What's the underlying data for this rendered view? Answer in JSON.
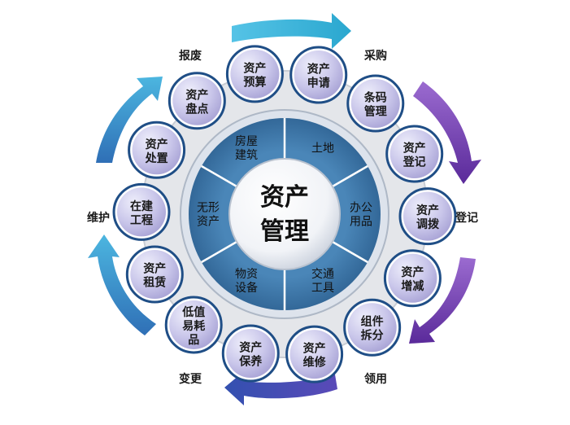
{
  "cycle": {
    "top_left": "报废",
    "top_right": "采购",
    "left": "维护",
    "right": "登记",
    "bottom_left": "变更",
    "bottom_right": "领用"
  },
  "center": {
    "line1": "资产",
    "line2": "管理"
  },
  "inner_segments": [
    {
      "lines": [
        "土地"
      ]
    },
    {
      "lines": [
        "办公",
        "用品"
      ]
    },
    {
      "lines": [
        "交通",
        "工具"
      ]
    },
    {
      "lines": [
        "物资",
        "设备"
      ]
    },
    {
      "lines": [
        "无形",
        "资产"
      ]
    },
    {
      "lines": [
        "房屋",
        "建筑"
      ]
    }
  ],
  "bubbles": [
    {
      "lines": [
        "资产",
        "预算"
      ]
    },
    {
      "lines": [
        "资产",
        "申请"
      ]
    },
    {
      "lines": [
        "条码",
        "管理"
      ]
    },
    {
      "lines": [
        "资产",
        "登记"
      ]
    },
    {
      "lines": [
        "资产",
        "调拨"
      ]
    },
    {
      "lines": [
        "资产",
        "增减"
      ]
    },
    {
      "lines": [
        "组件",
        "拆分"
      ]
    },
    {
      "lines": [
        "资产",
        "维修"
      ]
    },
    {
      "lines": [
        "资产",
        "保养"
      ]
    },
    {
      "lines": [
        "低值",
        "易耗",
        "品"
      ]
    },
    {
      "lines": [
        "资产",
        "租赁"
      ]
    },
    {
      "lines": [
        "在建",
        "工程"
      ]
    },
    {
      "lines": [
        "资产",
        "处置"
      ]
    },
    {
      "lines": [
        "资产",
        "盘点"
      ]
    }
  ],
  "colors": {
    "arrow_teal": "#3bb0d8",
    "arrow_blue": "#2f6fb6",
    "arrow_purple": "#7a3db0",
    "bubble_fill": "#c7c4e8",
    "bubble_ring": "#1f4e86",
    "wheel_blue": "#3a74a6",
    "wheel_edge": "#cfd9e6",
    "center_text": "#111111"
  }
}
